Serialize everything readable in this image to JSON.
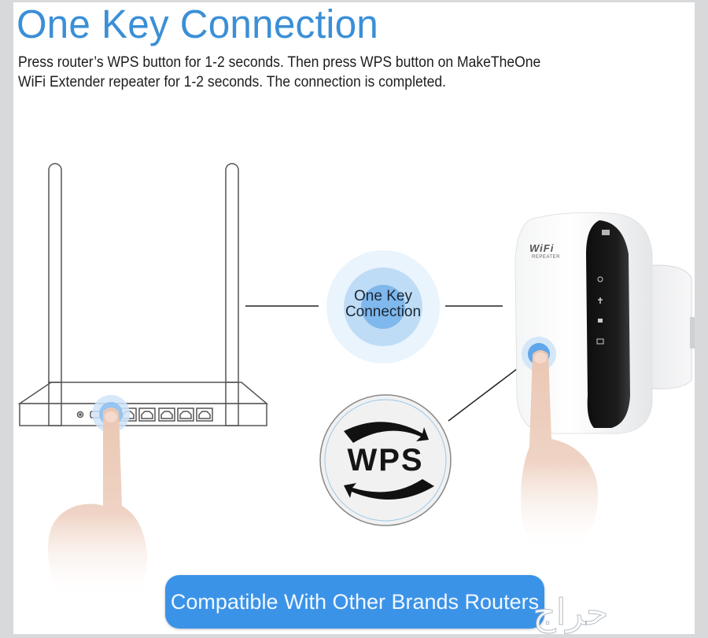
{
  "header": {
    "title": "One Key Connection",
    "description_lines": [
      "Press router’s WPS button for 1-2 seconds. Then press WPS button on MakeTheOne",
      "WiFi Extender repeater for 1-2 seconds. The connection is completed."
    ]
  },
  "diagram": {
    "center_badge": {
      "line1": "One Key",
      "line2": "Connection"
    },
    "wps_badge": {
      "label": "WPS"
    },
    "router": {
      "antennas": 2,
      "lan_ports": 5,
      "has_power_jack": true,
      "has_wps_button": true
    },
    "extender": {
      "logo": "WiFi",
      "logo_sub": "REPEATER",
      "indicator_icons": [
        "power-icon",
        "wifi-signal-icon",
        "ethernet-icon",
        "lan-icon"
      ]
    }
  },
  "footer": {
    "button_label": "Compatible With Other Brands Routers"
  },
  "watermark": {
    "text": "حراج"
  },
  "colors": {
    "title": "#3b8fd6",
    "button_bg": "#3b93e8",
    "glow_outer": "#e6f2fc",
    "glow_mid": "#bfdcf6",
    "glow_inner": "#7fb8ec",
    "page_border": "#d7d9da"
  }
}
